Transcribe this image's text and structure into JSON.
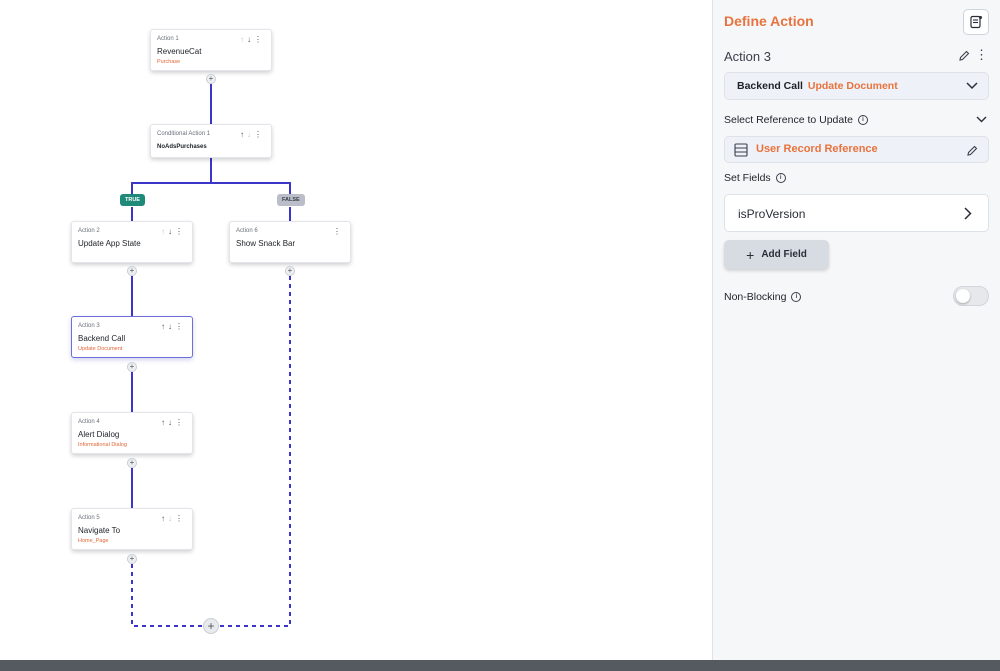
{
  "flow": {
    "nodes": [
      {
        "id": "action1",
        "label": "Action 1",
        "title": "RevenueCat",
        "subtitle": "Purchase"
      },
      {
        "id": "cond1",
        "label": "Conditional Action 1",
        "title": "NoAdsPurchases",
        "subtitle": ""
      },
      {
        "id": "action2",
        "label": "Action 2",
        "title": "Update App State",
        "subtitle": ""
      },
      {
        "id": "action6",
        "label": "Action 6",
        "title": "Show Snack Bar",
        "subtitle": ""
      },
      {
        "id": "action3",
        "label": "Action 3",
        "title": "Backend Call",
        "subtitle": "Update Document"
      },
      {
        "id": "action4",
        "label": "Action 4",
        "title": "Alert Dialog",
        "subtitle": "Informational Dialog"
      },
      {
        "id": "action5",
        "label": "Action 5",
        "title": "Navigate To",
        "subtitle": "Home_Page"
      }
    ],
    "branch_true": "TRUE",
    "branch_false": "FALSE",
    "colors": {
      "solid_wire": "#3b35c9",
      "dashed_wire": "#3b35c9",
      "accent": "#e8733e"
    }
  },
  "panel": {
    "title": "Define Action",
    "action_name": "Action 3",
    "action_type": "Backend Call",
    "action_subtype": "Update Document",
    "reference_label": "Select Reference to Update",
    "reference_value": "User Record Reference",
    "set_fields_label": "Set Fields",
    "field_name": "isProVersion",
    "add_field_label": "Add Field",
    "non_blocking_label": "Non-Blocking",
    "non_blocking_on": false,
    "icons": {
      "doc": "document-settings-icon",
      "edit": "pencil-icon",
      "more": "more-vertical-icon",
      "table": "table-icon",
      "chevron": "chevron-icon",
      "info": "info-icon",
      "plus": "plus-icon"
    }
  }
}
